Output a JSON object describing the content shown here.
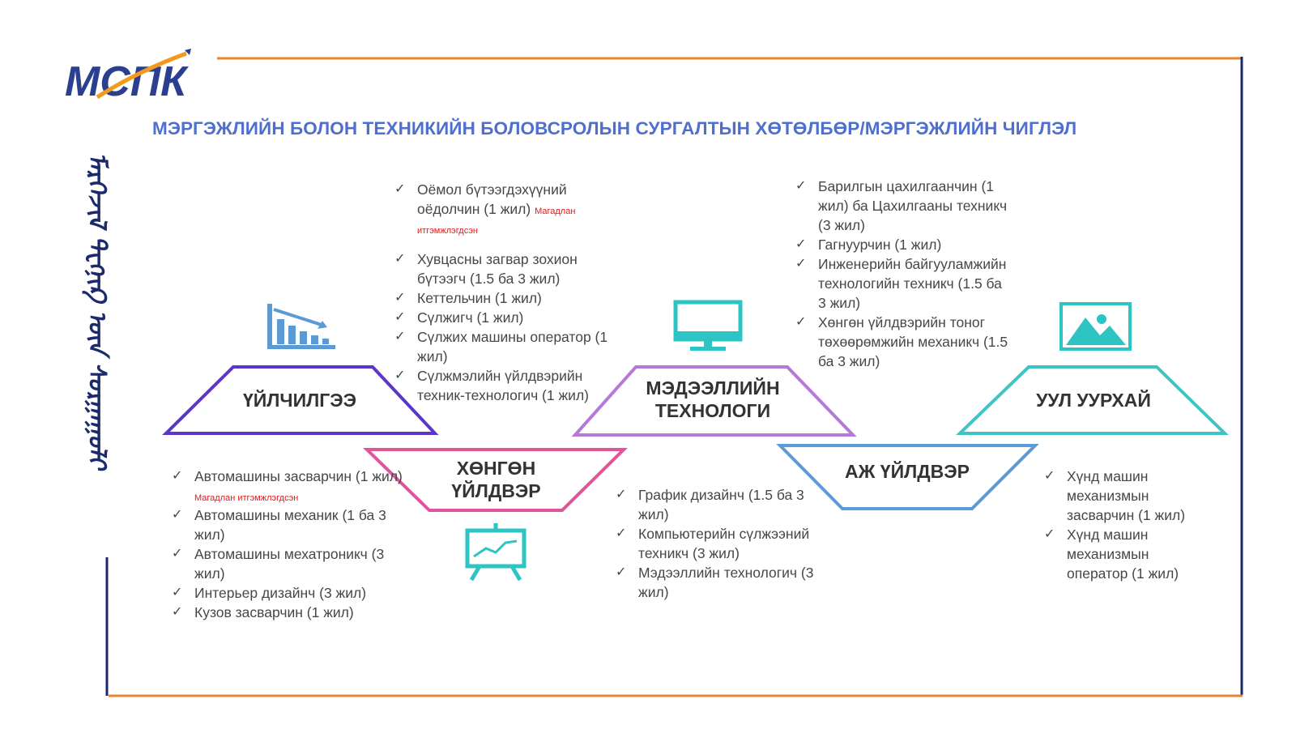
{
  "logo": {
    "text": "MCПК",
    "icon": "pen-nib-icon"
  },
  "title": "МЭРГЭЖЛИЙН БОЛОН ТЕХНИКИЙН БОЛОВСРОЛЫН СУРГАЛТЫН ХӨТӨЛБӨР/МЭРГЭЖЛИЙН ЧИГЛЭЛ",
  "vertical_script": "ᠮᠡᠷᠭᠡᠵᠢᠯ ᠲᠧᠬᠨᠢᠺ ᠦᠨ ᠰᠤᠷᠭᠠᠭᠤᠯᠢ",
  "colors": {
    "frame_line": "#e8842f",
    "frame_border": "#1a2a6c",
    "title": "#4f6fcf",
    "note": "#e01b1b",
    "check": "#444444"
  },
  "sectors": {
    "services": {
      "label_line1": "ҮЙЛЧИЛГЭЭ",
      "color": "#5b36c8",
      "icon": "bar-chart-icon",
      "icon_color": "#5b9bd5"
    },
    "light_industry": {
      "label_line1": "ХӨНГӨН",
      "label_line2": "ҮЙЛДВЭР",
      "color": "#e0559a",
      "icon": "presentation-board-icon",
      "icon_color": "#2ec4c4"
    },
    "it": {
      "label_line1": "МЭДЭЭЛЛИЙН",
      "label_line2": "ТЕХНОЛОГИ",
      "color": "#b57ad9",
      "icon": "monitor-icon",
      "icon_color": "#2ec4c4"
    },
    "industry": {
      "label_line1": "АЖ ҮЙЛДВЭР",
      "color": "#5a9bd8",
      "icon": "",
      "icon_color": ""
    },
    "mining": {
      "label_line1": "УУЛ УУРХАЙ",
      "color": "#3ec4c4",
      "icon": "image-icon",
      "icon_color": "#2ec4c4"
    }
  },
  "lists": {
    "light_top": [
      {
        "text": "Оёмол бүтээгдэхүүний оёдолчин (1 жил)",
        "note": "Магадлан итгэмжлэгдсэн"
      },
      {
        "text": "Хувцасны загвар зохион бүтээгч (1.5 ба 3 жил)",
        "note": ""
      },
      {
        "text": "Кеттельчин (1 жил)",
        "note": ""
      },
      {
        "text": "Сүлжигч  (1 жил)",
        "note": ""
      },
      {
        "text": "Сүлжих машины оператор (1 жил)",
        "note": ""
      },
      {
        "text": "Сүлжмэлийн үйлдвэрийн техник-технологич (1 жил)",
        "note": ""
      }
    ],
    "industry_top": [
      {
        "text": "Барилгын цахилгаанчин (1 жил) ба Цахилгааны техникч (3 жил)",
        "note": ""
      },
      {
        "text": "Гагнуурчин (1 жил)",
        "note": ""
      },
      {
        "text": "Инженерийн байгууламжийн технологийн техникч  (1.5 ба 3 жил)",
        "note": ""
      },
      {
        "text": "Хөнгөн үйлдвэрийн тоног төхөөрөмжийн механикч (1.5 ба 3 жил)",
        "note": ""
      }
    ],
    "services_bottom": [
      {
        "text": "Автомашины засварчин (1 жил)",
        "note": "Магадлан итгэмжлэгдсэн"
      },
      {
        "text": "Автомашины механик (1 ба 3 жил)",
        "note": ""
      },
      {
        "text": "Автомашины мехатроникч (3 жил)",
        "note": ""
      },
      {
        "text": "Интерьер дизайнч (3 жил)",
        "note": ""
      },
      {
        "text": "Кузов засварчин (1 жил)",
        "note": ""
      }
    ],
    "it_bottom": [
      {
        "text": "График дизайнч (1.5 ба 3 жил)",
        "note": ""
      },
      {
        "text": "Компьютерийн сүлжээний техникч (3 жил)",
        "note": ""
      },
      {
        "text": "Мэдээллийн технологич (3 жил)",
        "note": ""
      }
    ],
    "mining_bottom": [
      {
        "text": "Хүнд машин механизмын засварчин (1 жил)",
        "note": ""
      },
      {
        "text": "Хүнд машин механизмын оператор (1 жил)",
        "note": ""
      }
    ]
  },
  "check_symbol": "✓"
}
